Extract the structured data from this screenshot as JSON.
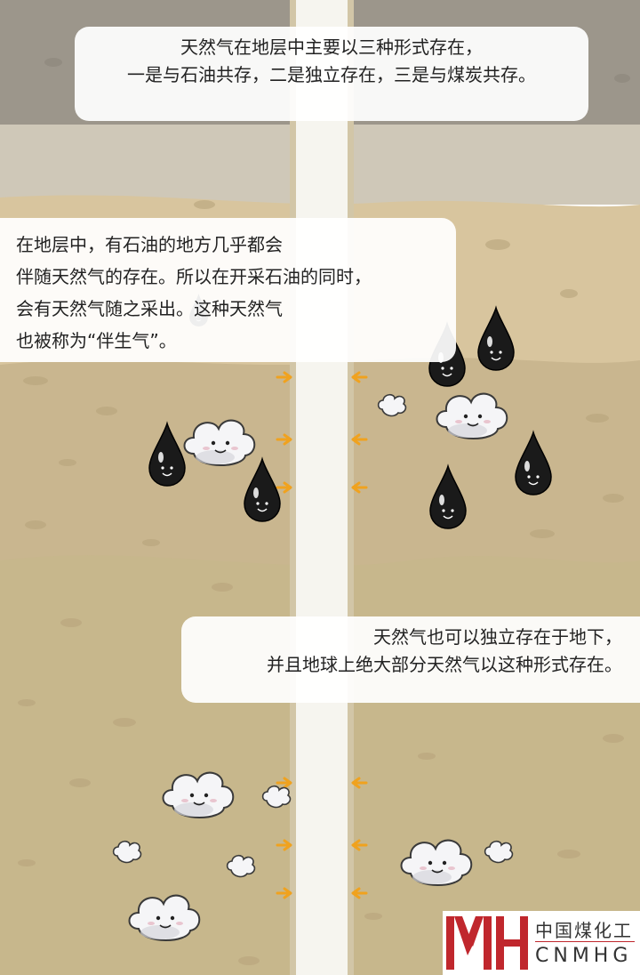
{
  "bubble_top": {
    "line1": "天然气在地层中主要以三种形式存在，",
    "line2": "一是与石油共存，二是独立存在，三是与煤炭共存。"
  },
  "bubble_middle": {
    "line1": "在地层中，有石油的地方几乎都会",
    "line2": "伴随天然气的存在。所以在开采石油的同时，",
    "line3": "会有天然气随之采出。这种天然气",
    "line4": "也被称为“伴生气”。"
  },
  "bubble_bottom": {
    "line1": "天然气也可以独立存在于地下，",
    "line2": "并且地球上绝大部分天然气以这种形式存在。"
  },
  "logo": {
    "cn": "中国煤化工",
    "en": "CNMHG"
  },
  "colors": {
    "sky_top": "#9c968b",
    "stratum_band": "#cfc8b8",
    "sand_layer": "#d9c79f",
    "soil_layer": "#c9b894",
    "deep_layer": "#c7b68a",
    "pipe": "#f6f5ef",
    "arrow": "#f0a21e",
    "oil_drop": "#1a1a1a",
    "gas_cloud": "#f4f4f6",
    "logo_red": "#c0272d"
  },
  "icons": [
    "oil-drop-icon",
    "gas-cloud-icon",
    "inflow-arrow-icon"
  ]
}
